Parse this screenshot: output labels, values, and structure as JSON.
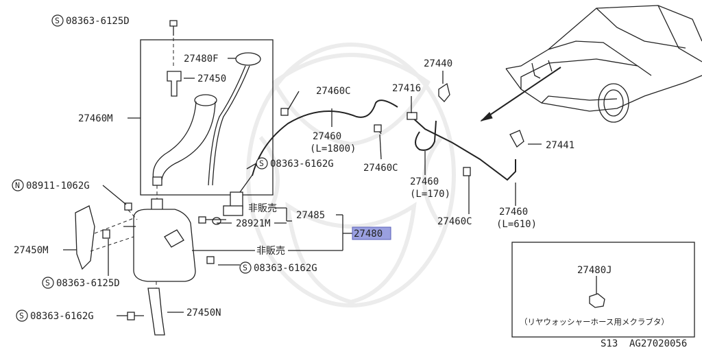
{
  "parts": {
    "bolt_top": "08363-6125D",
    "cap": "27480F",
    "bracket_small": "27450",
    "filler_neck": "27460M",
    "hose_c_top": "27460C",
    "hose_1800": "27460",
    "hose_1800_len": "(L=1800)",
    "connector_27416": "27416",
    "nozzle_27440": "27440",
    "nozzle_27441": "27441",
    "hose_c_mid": "27460C",
    "screw_6162_a": "08363-6162G",
    "hose_170": "27460",
    "hose_170_len": "(L=170)",
    "nut_n": "08911-1062G",
    "not_for_sale_1": "非販売",
    "assy_27485": "27485",
    "seal_28921": "28921M",
    "assy_27480": "27480",
    "hose_c_bot": "27460C",
    "hose_610": "27460",
    "hose_610_len": "(L=610)",
    "bracket_m": "27450M",
    "not_for_sale_2": "非販売",
    "screw_6162_b": "08363-6162G",
    "bolt_6125_bot": "08363-6125D",
    "bracket_n": "27450N",
    "screw_6162_c": "08363-6162G"
  },
  "prefix_letters": {
    "s": "S",
    "n": "N"
  },
  "inset": {
    "part": "27480J",
    "caption": "（リヤウォッシャーホース用メクラブタ）"
  },
  "footer": {
    "model": "S13",
    "code": "AG27020056"
  },
  "colors": {
    "highlight": "#9aa0e0",
    "ink": "#222222",
    "watermark": "#ececec"
  }
}
